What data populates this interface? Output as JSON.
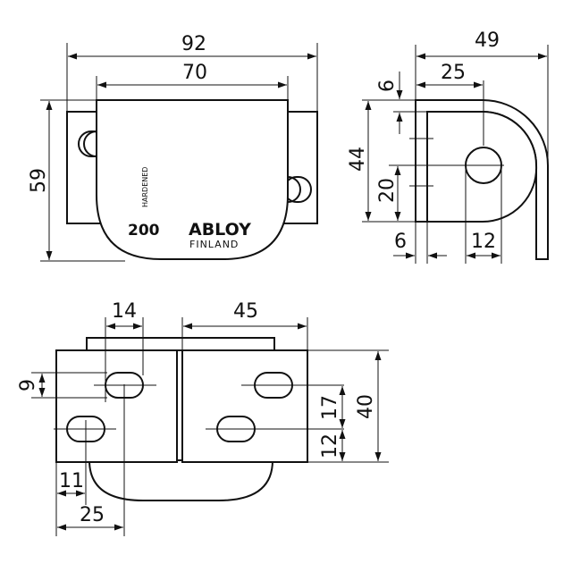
{
  "diagram": {
    "top_view": {
      "dim_width_overall": "92",
      "dim_width_inner": "70",
      "dim_height": "59",
      "stamp_text": "HARDENED",
      "model_number": "200",
      "brand": "ABLOY",
      "brand_sub": "FINLAND"
    },
    "side_view": {
      "dim_depth_overall": "49",
      "dim_hole_center": "25",
      "dim_top_offset": "6",
      "dim_height": "44",
      "dim_hole_height": "20",
      "dim_plate_thickness": "6",
      "dim_hole_diameter": "12"
    },
    "bottom_view": {
      "dim_slot_spacing_left": "14",
      "dim_slot_spacing_right": "45",
      "dim_slot_width": "9",
      "dim_height": "40",
      "dim_slot_pitch": "17",
      "dim_slot_offset": "12",
      "dim_edge_offset": "11",
      "dim_slot_center_left": "25"
    }
  }
}
